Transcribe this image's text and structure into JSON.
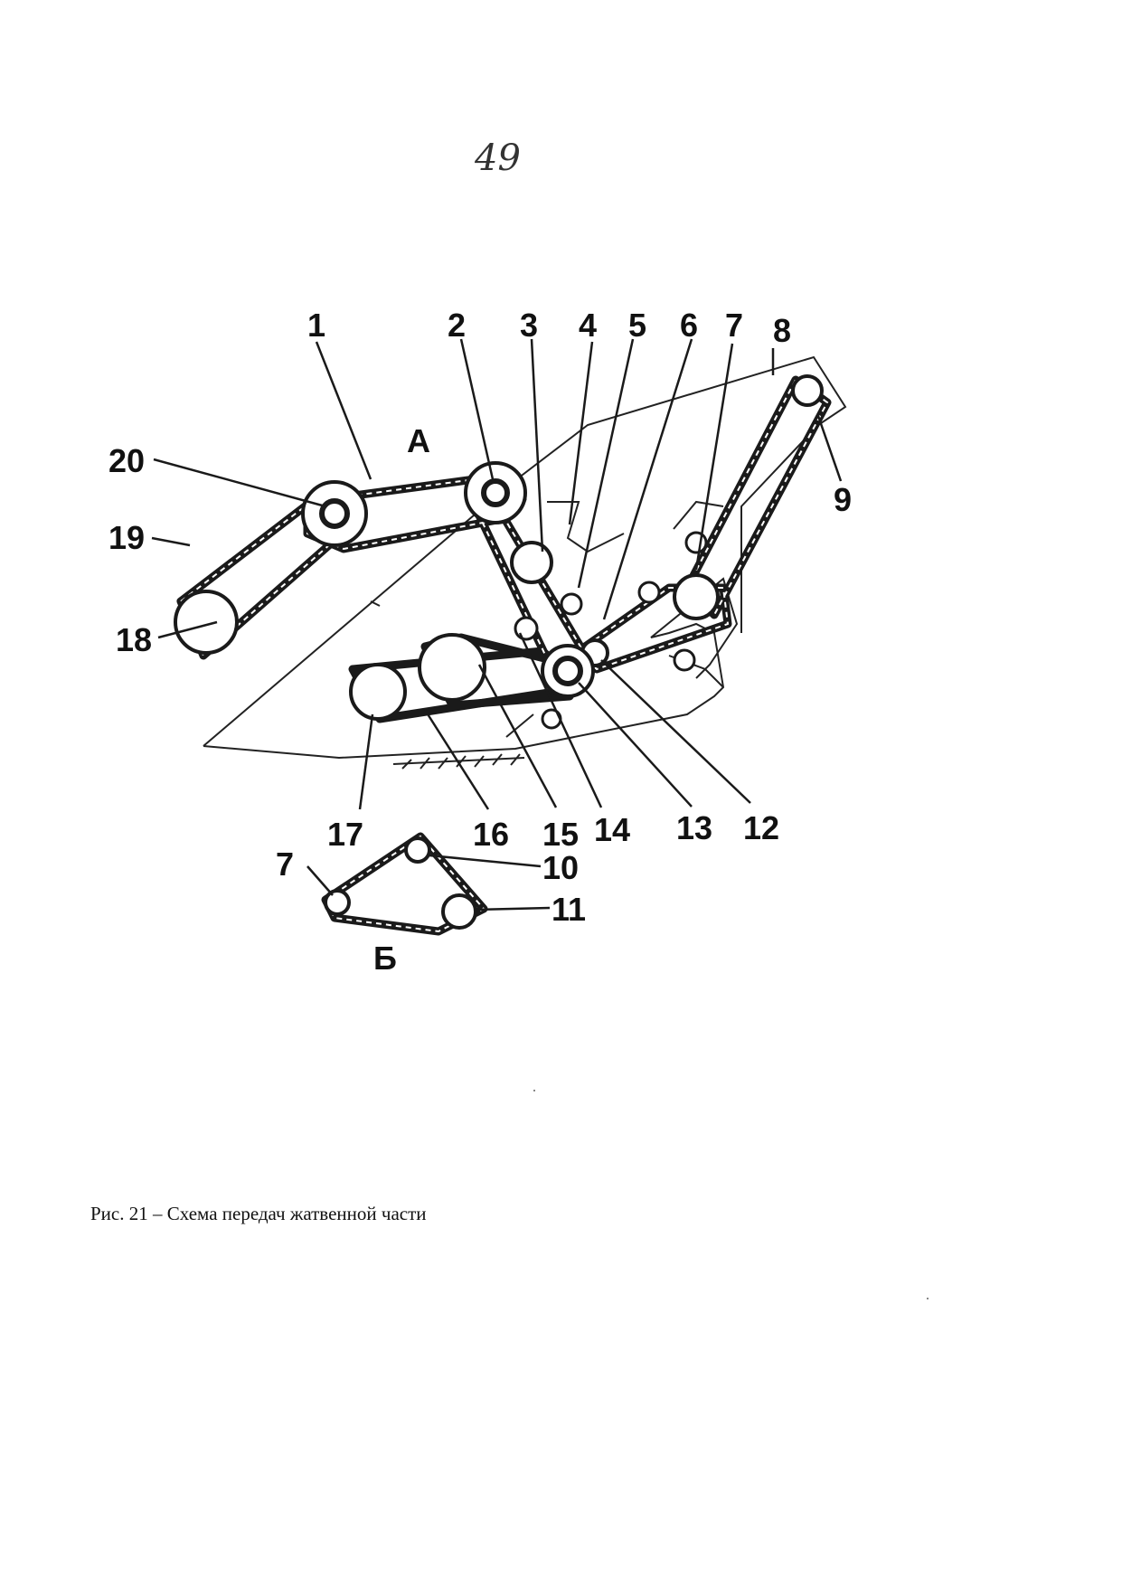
{
  "page_number": "49",
  "view_a_label": "А",
  "view_b_label": "Б",
  "labels": [
    "1",
    "2",
    "3",
    "4",
    "5",
    "6",
    "7",
    "8",
    "9",
    "10",
    "11",
    "12",
    "13",
    "14",
    "15",
    "16",
    "17",
    "18",
    "19",
    "20",
    "7"
  ],
  "caption": "Рис. 21 – Схема передач жатвенной части"
}
